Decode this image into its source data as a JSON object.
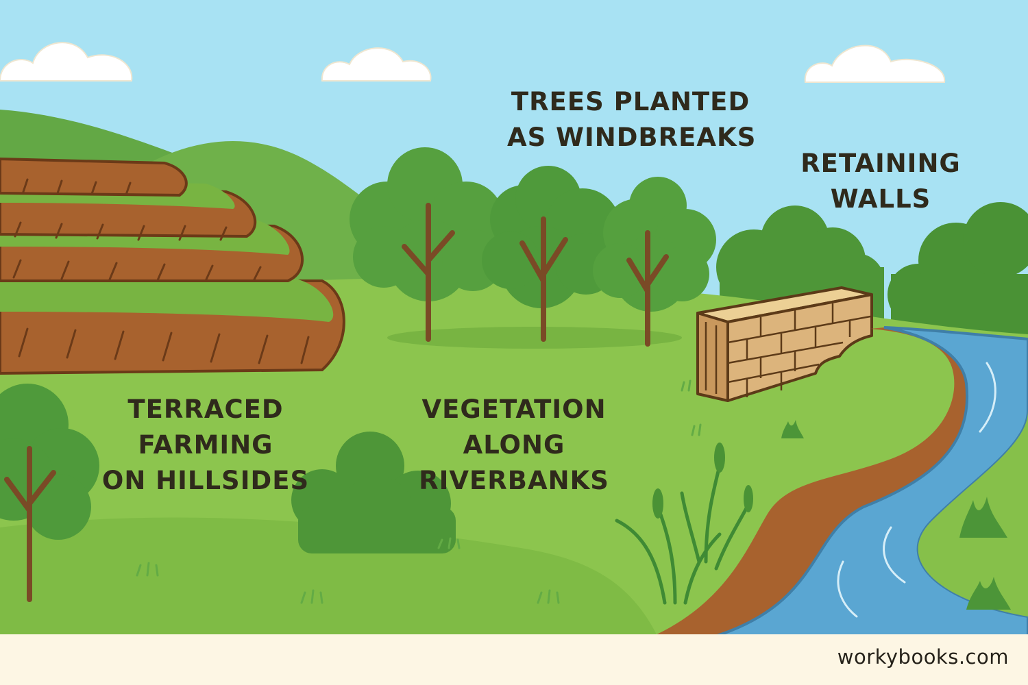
{
  "labels": {
    "windbreaks": [
      "TREES PLANTED",
      "AS WINDBREAKS"
    ],
    "retaining_walls": [
      "RETAINING",
      "WALLS"
    ],
    "terraced": [
      "TERRACED",
      "FARMING",
      "ON HILLSIDES"
    ],
    "riverbanks": [
      "VEGETATION",
      "ALONG",
      "RIVERBANKS"
    ]
  },
  "footer": {
    "site": "workybooks.com"
  },
  "colors": {
    "sky": "#a8e2f3",
    "hill_dark": "#5fa444",
    "grass": "#86c04a",
    "soil": "#a8622e",
    "river": "#5aa6d2",
    "tree": "#4d943a",
    "trunk": "#7a4a26",
    "wall": "#d9b27a",
    "text": "#2f2a1c"
  },
  "icons": [
    "cloud-icon",
    "tree-icon",
    "bush-icon",
    "grass-tuft-icon",
    "cattail-icon",
    "brick-wall-icon",
    "river-icon"
  ]
}
